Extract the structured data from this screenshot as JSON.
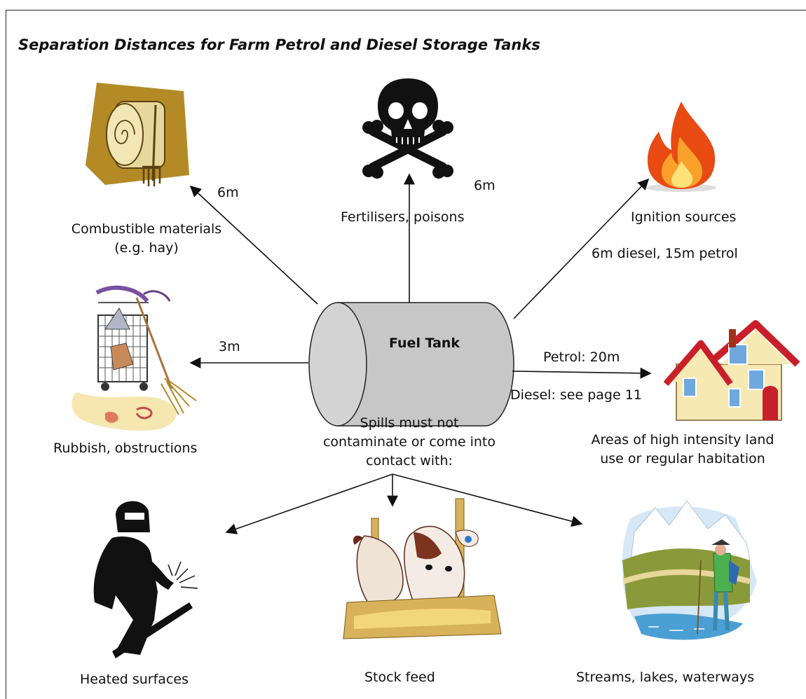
{
  "title": "Separation Distances for Farm Petrol and Diesel Storage Tanks",
  "center": {
    "label": "Fuel Tank",
    "spill_note_lines": [
      "Spills must not",
      "contaminate or come into",
      "contact with:"
    ]
  },
  "hazards": {
    "combustible": {
      "label_lines": [
        "Combustible materials",
        "(e.g. hay)"
      ],
      "distance": "6m",
      "icon": "hay-bale-icon"
    },
    "fertilisers": {
      "label": "Fertilisers, poisons",
      "distance": "6m",
      "icon": "skull-crossbones-icon"
    },
    "ignition": {
      "label": "Ignition sources",
      "distance": "6m diesel, 15m petrol",
      "icon": "flame-icon"
    },
    "rubbish": {
      "label": "Rubbish, obstructions",
      "distance": "3m",
      "icon": "rubbish-cart-icon"
    },
    "habitation": {
      "label_lines": [
        "Areas of high intensity land",
        "use or regular habitation"
      ],
      "petrol_distance": "Petrol: 20m",
      "diesel_distance": "Diesel: see page 11",
      "icon": "house-icon"
    }
  },
  "spill_targets": {
    "heated": {
      "label": "Heated surfaces",
      "icon": "welder-icon"
    },
    "stock": {
      "label": "Stock feed",
      "icon": "cows-icon"
    },
    "streams": {
      "label": "Streams, lakes, waterways",
      "icon": "hiker-stream-icon"
    }
  }
}
